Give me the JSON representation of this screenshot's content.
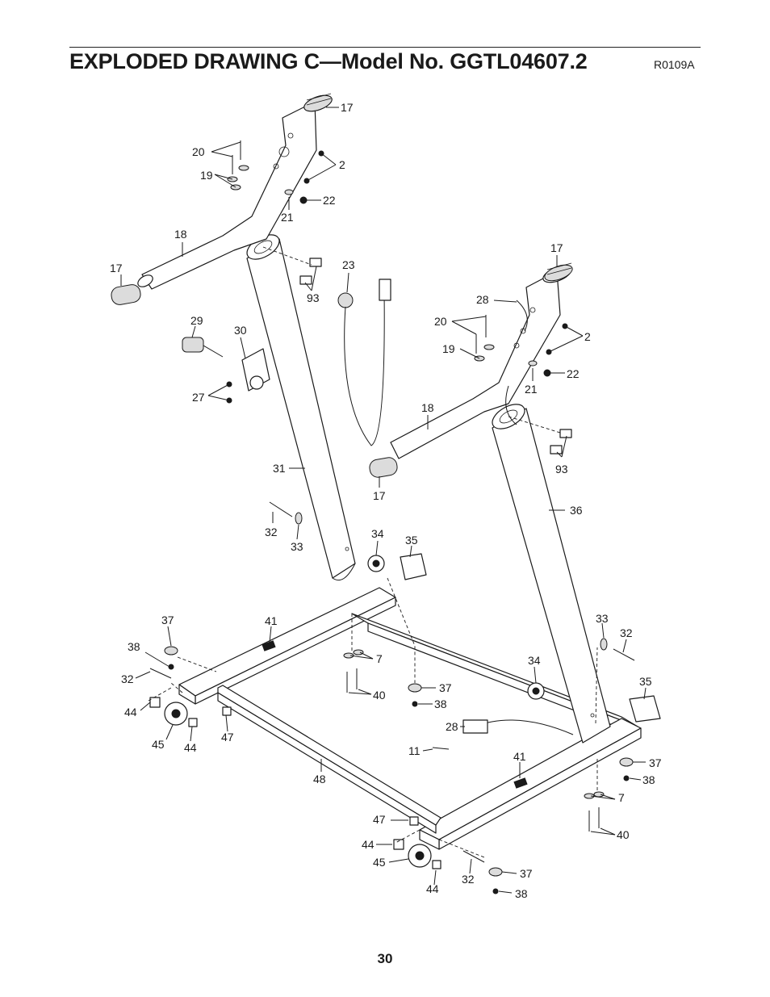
{
  "header": {
    "title": "EXPLODED DRAWING C—Model No. GGTL04607.2",
    "ref_code": "R0109A"
  },
  "page_number": "30",
  "callouts": {
    "c17_top": "17",
    "c20_l": "20",
    "c19_l": "19",
    "c2_l": "2",
    "c22_l": "22",
    "c21_l": "21",
    "c18_l": "18",
    "c17_l": "17",
    "c93_l": "93",
    "c23": "23",
    "c17_r": "17",
    "c28_top": "28",
    "c20_r": "20",
    "c19_r": "19",
    "c2_r": "2",
    "c22_r": "22",
    "c21_r": "21",
    "c18_r": "18",
    "c93_r": "93",
    "c17_mid": "17",
    "c29": "29",
    "c30": "30",
    "c27": "27",
    "c31": "31",
    "c36": "36",
    "c32_l": "32",
    "c33_l": "33",
    "c34_l": "34",
    "c35_l": "35",
    "c37_l": "37",
    "c38_l": "38",
    "c32_ll": "32",
    "c41_l": "41",
    "c44_a": "44",
    "c45_l": "45",
    "c44_b": "44",
    "c47_l": "47",
    "c7_l": "7",
    "c40_l": "40",
    "c37_c": "37",
    "c38_c": "38",
    "c33_r": "33",
    "c32_r": "32",
    "c34_r": "34",
    "c35_r": "35",
    "c28_b": "28",
    "c11": "11",
    "c41_r": "41",
    "c48": "48",
    "c37_r": "37",
    "c38_r": "38",
    "c7_r": "7",
    "c40_r": "40",
    "c47_b": "47",
    "c44_c": "44",
    "c45_b": "45",
    "c44_d": "44",
    "c32_b": "32",
    "c37_b": "37",
    "c38_b": "38"
  }
}
